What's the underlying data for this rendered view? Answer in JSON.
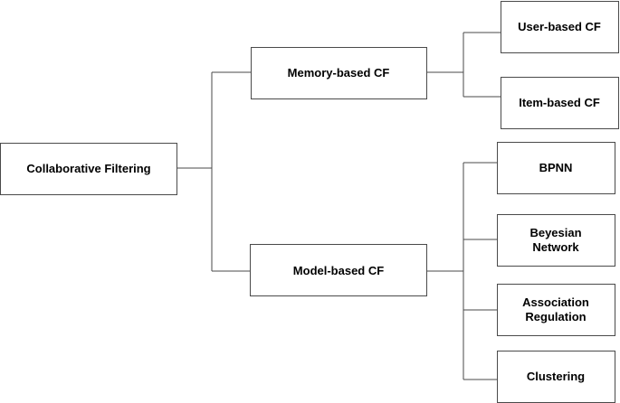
{
  "diagram": {
    "root": {
      "label": "Collaborative Filtering"
    },
    "memory": {
      "label": "Memory-based CF",
      "children": [
        {
          "label": "User-based CF"
        },
        {
          "label": "Item-based CF"
        }
      ]
    },
    "model": {
      "label": "Model-based CF",
      "children": [
        {
          "label": "BPNN"
        },
        {
          "label": "Beyesian Network"
        },
        {
          "label": "Association Regulation"
        },
        {
          "label": "Clustering"
        }
      ]
    }
  }
}
